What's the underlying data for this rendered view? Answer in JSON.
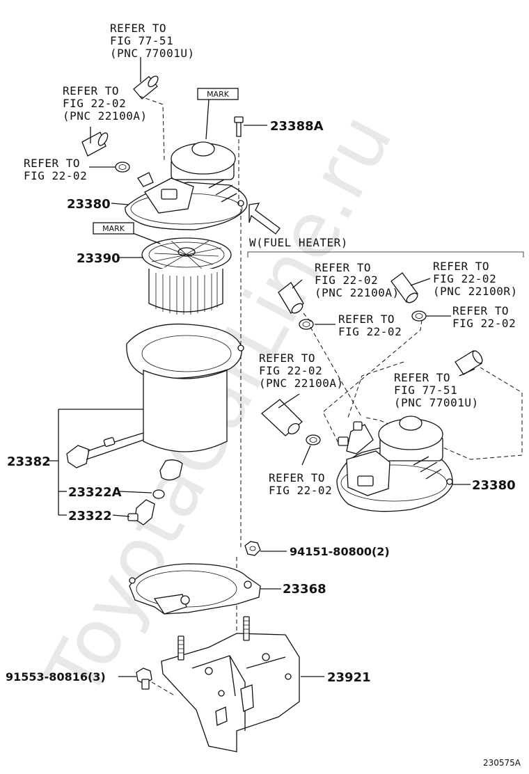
{
  "watermark": "ToyotaCarLine.ru",
  "mark_top": "MARK",
  "mark_element": "MARK",
  "option_label": "W(FUEL HEATER)",
  "drawing_code": "230575A",
  "parts": {
    "p23388A": "23388A",
    "p23380_main": "23380",
    "p23390": "23390",
    "p23382": "23382",
    "p23322A": "23322A",
    "p23322": "23322",
    "p94151": "94151-80800(2)",
    "p23368": "23368",
    "p91553": "91553-80816(3)",
    "p23921": "23921",
    "p23380_heater": "23380"
  },
  "refs": {
    "r1": [
      "REFER TO",
      "FIG 77-51",
      "(PNC 77001U)"
    ],
    "r2": [
      "REFER TO",
      "FIG 22-02",
      "(PNC 22100A)"
    ],
    "r3": [
      "REFER TO",
      "FIG 22-02"
    ],
    "r4": [
      "REFER TO",
      "FIG 22-02",
      "(PNC 22100A)"
    ],
    "r5": [
      "REFER TO",
      "FIG 22-02",
      "(PNC 22100R)"
    ],
    "r6": [
      "REFER TO",
      "FIG 22-02"
    ],
    "r7": [
      "REFER TO",
      "FIG 22-02"
    ],
    "r8": [
      "REFER TO",
      "FIG 22-02",
      "(PNC 22100A)"
    ],
    "r9": [
      "REFER TO",
      "FIG 77-51",
      "(PNC 77001U)"
    ],
    "r10": [
      "REFER TO",
      "FIG 22-02"
    ]
  }
}
